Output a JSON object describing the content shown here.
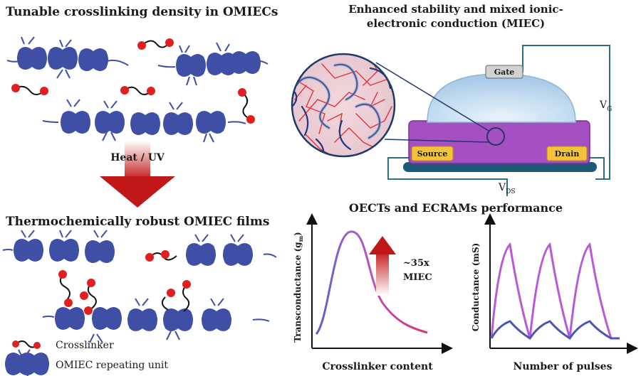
{
  "titles": {
    "top_left": "Tunable crosslinking density in OMIECs",
    "top_right_line1": "Enhanced stability and mixed ionic-",
    "top_right_line2": "electronic conduction (MIEC)",
    "bottom_left": "Thermochemically robust OMIEC films",
    "bottom_right": "OECTs and ECRAMs performance"
  },
  "arrow_label": "Heat / UV",
  "legend": {
    "crosslinker": "Crosslinker",
    "repeating_unit": "OMIEC repeating unit"
  },
  "device": {
    "gate": "Gate",
    "source": "Source",
    "drain": "Drain",
    "vg": "V",
    "vg_sub": "G",
    "vds": "V",
    "vds_sub": "DS"
  },
  "plot1": {
    "ylabel": "Transconductance (g",
    "ylabel_sub": "m",
    "ylabel_end": ")",
    "xlabel": "Crosslinker content",
    "annotation1": "~35x",
    "annotation2": "MIEC"
  },
  "plot2": {
    "ylabel": "Conductance (mS)",
    "xlabel": "Number of pulses"
  },
  "colors": {
    "polymer": "#3f4fa6",
    "crosslinker_bead": "#e02020",
    "dielectric": "#a64fc2",
    "substrate": "#1e5a78",
    "electrode": "#f5c33a",
    "gate_dome": "#b8d6ee"
  }
}
